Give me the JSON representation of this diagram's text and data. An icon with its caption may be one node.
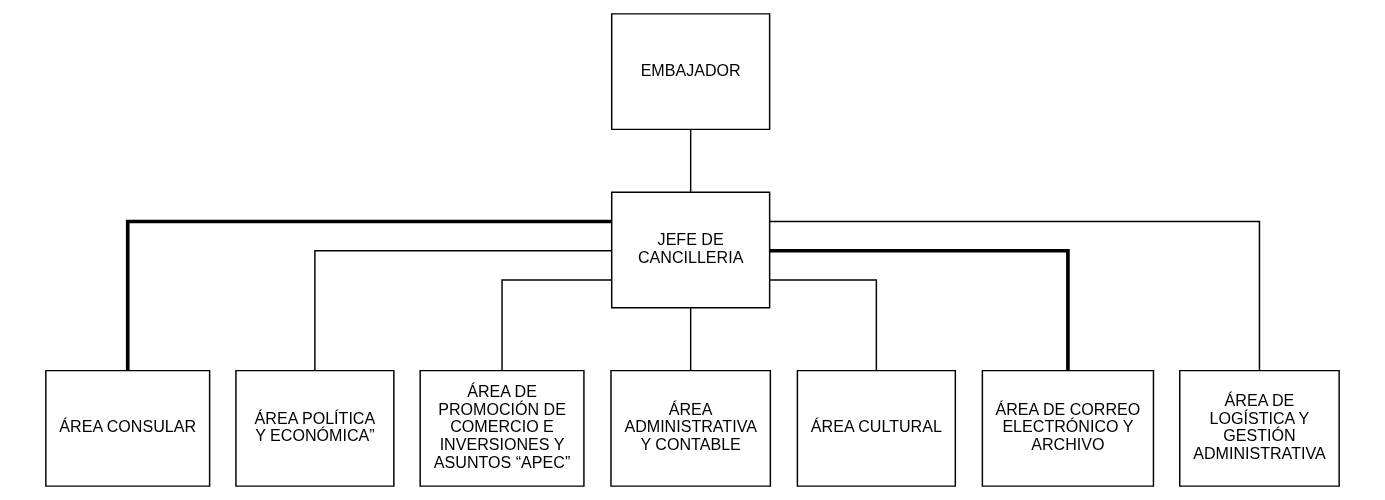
{
  "diagram": {
    "nodes": [
      {
        "text": [
          "EMBAJADOR"
        ]
      },
      {
        "text": [
          "JEFE DE CANCILLERIA"
        ]
      },
      {
        "text": [
          "ÁREA CONSULAR"
        ]
      },
      {
        "text": [
          "ÁREA POLÍTICA Y ECONÓMICA”"
        ]
      },
      {
        "text": [
          "ÁREA DE PROMOCIÓN DE COMERCIO E INVERSIONES Y ASUNTOS “APEC”"
        ]
      },
      {
        "text": [
          "ÁREA ADMINISTRATIVA Y CONTABLE"
        ]
      },
      {
        "text": [
          "ÁREA CULTURAL"
        ]
      },
      {
        "text": [
          "ÁREA DE CORREO ELECTRÓNICO Y ARCHIVO"
        ]
      },
      {
        "text": [
          "ÁREA DE LOGÍSTICA Y GESTIÓN ADMINISTRATIVA"
        ]
      }
    ],
    "edges": [
      {
        "from": 0,
        "to": 1,
        "arrow": "none"
      },
      {
        "from": 1,
        "to": 2,
        "arrow": "none",
        "style": "thick"
      },
      {
        "from": 1,
        "to": 3,
        "arrow": "none"
      },
      {
        "from": 1,
        "to": 4,
        "arrow": "none"
      },
      {
        "from": 1,
        "to": 5,
        "arrow": "none"
      },
      {
        "from": 1,
        "to": 6,
        "arrow": "none"
      },
      {
        "from": 1,
        "to": 7,
        "arrow": "none",
        "style": "thick"
      },
      {
        "from": 1,
        "to": 8,
        "arrow": "none"
      }
    ]
  }
}
